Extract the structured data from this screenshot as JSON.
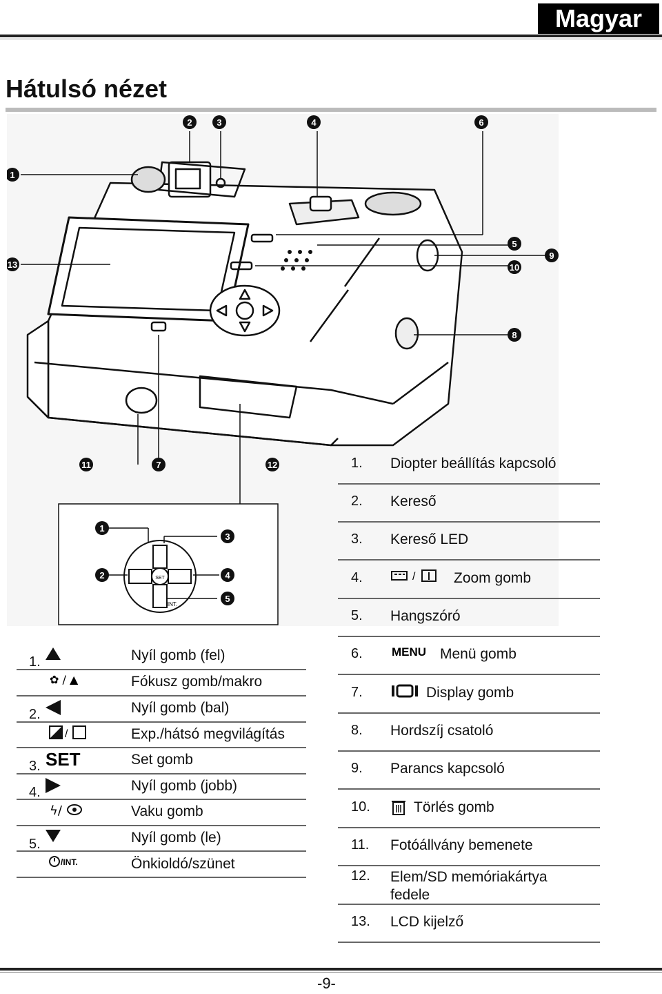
{
  "header": {
    "language": "Magyar"
  },
  "title": "Hátulsó nézet",
  "callouts": [
    "1",
    "2",
    "3",
    "4",
    "5",
    "6",
    "7",
    "8",
    "9",
    "10",
    "11",
    "12",
    "13"
  ],
  "dpad": {
    "set_label": "SET",
    "int_label": "INT."
  },
  "parts_list": [
    {
      "num": "1.",
      "label": "Diopter beállítás kapcsoló"
    },
    {
      "num": "2.",
      "label": "Kereső"
    },
    {
      "num": "3.",
      "label": "Kereső LED"
    },
    {
      "num": "4.",
      "label": "Zoom gomb",
      "icon": "zoom-tele-wide-icon"
    },
    {
      "num": "5.",
      "label": "Hangszóró"
    },
    {
      "num": "6.",
      "label": "Menü gomb",
      "icon": "menu-icon",
      "icon_text": "MENU"
    },
    {
      "num": "7.",
      "label": "Display gomb",
      "icon": "display-icon"
    },
    {
      "num": "8.",
      "label": "Hordszíj csatoló"
    },
    {
      "num": "9.",
      "label": "Parancs kapcsoló"
    },
    {
      "num": "10.",
      "label": "Törlés gomb",
      "icon": "trash-icon"
    },
    {
      "num": "11.",
      "label": "Fotóállvány bemenete"
    },
    {
      "num": "12.",
      "label": "Elem/SD memóriakártya fedele"
    },
    {
      "num": "13.",
      "label": "LCD kijelző"
    }
  ],
  "dpad_list": [
    {
      "num": "1.",
      "icon": "arrow-up-icon",
      "label": "Nyíl gomb (fel)"
    },
    {
      "num": "",
      "icon": "focus-macro-icon",
      "label": "Fókusz gomb/makro"
    },
    {
      "num": "2.",
      "icon": "arrow-left-icon",
      "label": "Nyíl gomb (bal)"
    },
    {
      "num": "",
      "icon": "exposure-backlight-icon",
      "label": "Exp./hátsó megvilágítás"
    },
    {
      "num": "3.",
      "icon": "set-icon",
      "icon_text": "SET",
      "label": "Set gomb"
    },
    {
      "num": "4.",
      "icon": "arrow-right-icon",
      "label": "Nyíl gomb (jobb)"
    },
    {
      "num": "",
      "icon": "flash-redeye-icon",
      "label": "Vaku gomb"
    },
    {
      "num": "5.",
      "icon": "arrow-down-icon",
      "label": "Nyíl gomb (le)"
    },
    {
      "num": "",
      "icon": "selftimer-interval-icon",
      "icon_text": "/INT.",
      "label": "Önkioldó/szünet"
    }
  ],
  "footer": {
    "page_number": "-9-"
  }
}
